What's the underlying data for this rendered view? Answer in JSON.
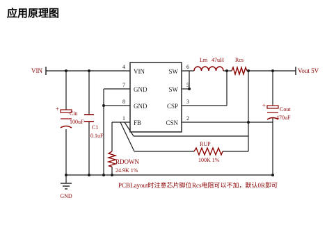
{
  "page": {
    "title": "应用原理图"
  },
  "colors": {
    "wire": "#1a1a1a",
    "component": "#8b0000",
    "label": "#8b0000",
    "pin": "#1a1a1a"
  },
  "ic": {
    "left_pins": [
      {
        "number": "4",
        "name": "VIN"
      },
      {
        "number": "7",
        "name": "GND"
      },
      {
        "number": "8",
        "name": "GND"
      },
      {
        "number": "1",
        "name": "FB"
      }
    ],
    "right_pins": [
      {
        "number": "6",
        "name": "SW"
      },
      {
        "number": "5",
        "name": "SW"
      },
      {
        "number": "3",
        "name": "CSP"
      },
      {
        "number": "2",
        "name": "CSN"
      }
    ]
  },
  "labels": {
    "vin": "VIN",
    "vout": "Vout 5V",
    "gnd": "GND",
    "lm": "Lm",
    "lm_value": "47uH",
    "rcs": "Rcs",
    "cin": "Cin",
    "cin_value": "100uF",
    "c1": "C1",
    "c1_value": "0.1uF",
    "cout": "Cout",
    "cout_value": "470uF",
    "rup": "RUP",
    "rup_value": "100K 1%",
    "rdown": "RDOWN",
    "rdown_value": "24.9K 1%",
    "note_layout": "PCBLayout时注意芯片脚位",
    "note_rcs": "Rcs电阻可以不加，默认0R即可"
  }
}
